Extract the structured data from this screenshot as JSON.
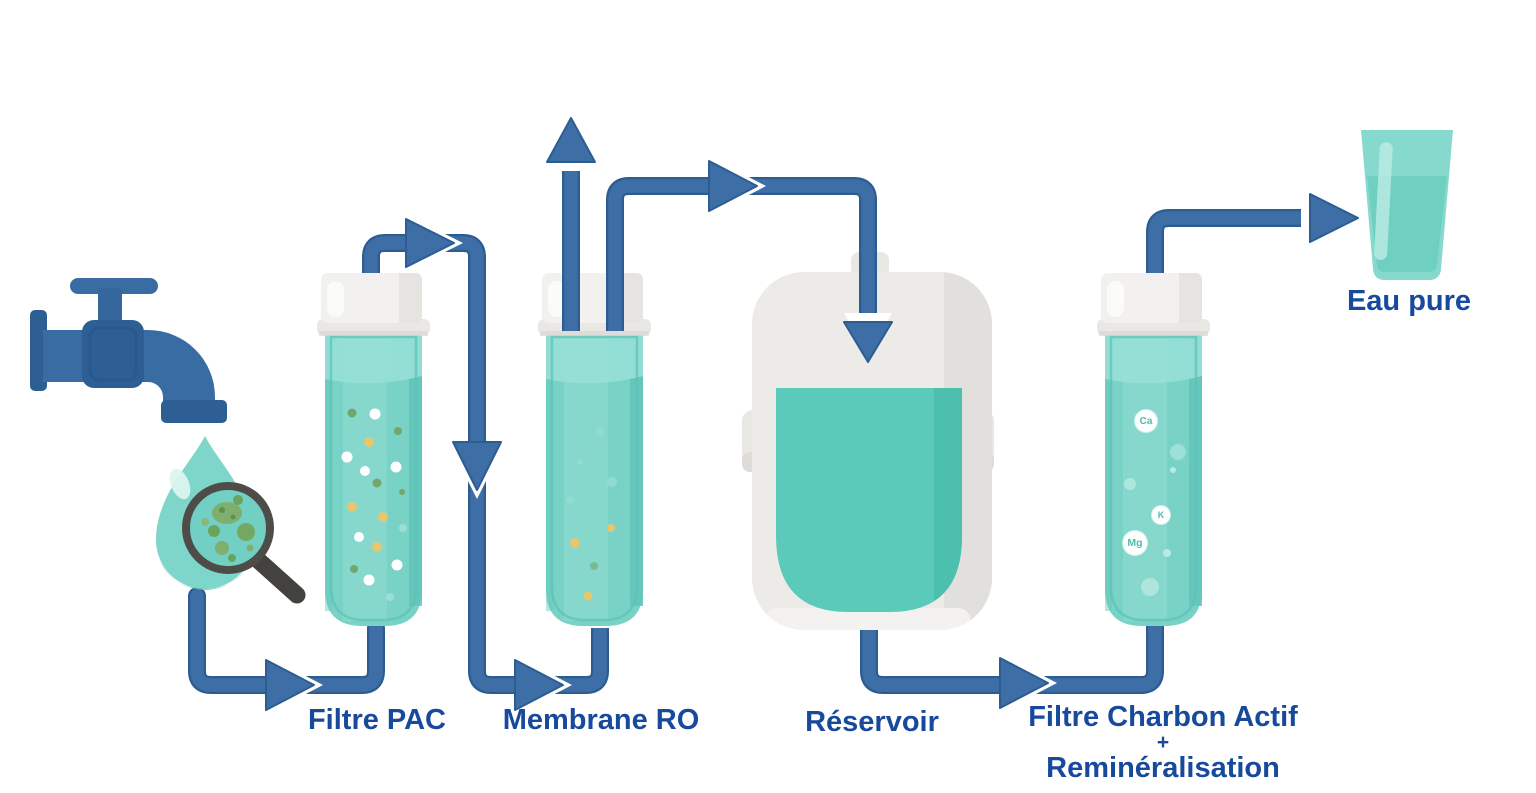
{
  "diagram": {
    "type": "process-flow",
    "subject": "water purification / reverse osmosis filtration",
    "stages": {
      "pac": {
        "label": "Filtre PAC"
      },
      "membrane": {
        "label": "Membrane RO"
      },
      "reservoir": {
        "label": "Réservoir"
      },
      "charbon": {
        "label_line1": "Filtre Charbon Actif",
        "label_line2": "+",
        "label_line3": "Reminéralisation"
      },
      "output": {
        "label": "Eau pure"
      }
    },
    "minerals": {
      "ca": "Ca",
      "k": "K",
      "mg": "Mg"
    },
    "colors": {
      "pipe_fill": "#3d6fa6",
      "pipe_outline": "#2d5c92",
      "label_text": "#17499c",
      "cartridge_water": "#79d2c6",
      "cartridge_water_light": "#97e0d6",
      "reservoir_water": "#5ccaba",
      "cap_gray": "#f2f1ef",
      "faucet_blue": "#3a6ca4",
      "faucet_dark": "#2d5e94",
      "microbe_green": "#7fae6e",
      "particle_yellow": "#e7c76d",
      "particle_green": "#73a66b",
      "mineral_text": "#4fbdaf"
    }
  }
}
